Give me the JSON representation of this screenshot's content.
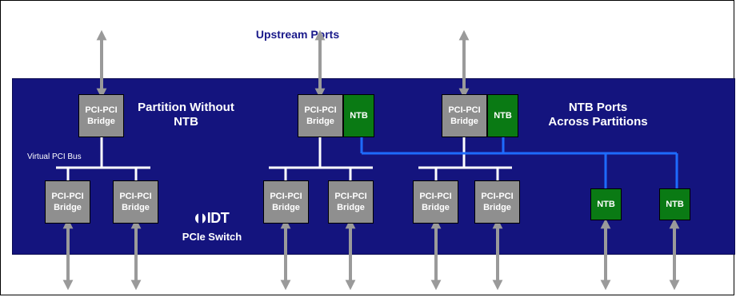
{
  "title": "Upstream Ports",
  "labels": {
    "partition": [
      "Partition Without",
      "NTB"
    ],
    "ntb_ports": [
      "NTB Ports",
      "Across Partitions"
    ],
    "virtual_bus": "Virtual PCI Bus",
    "switch": "PCIe Switch",
    "logo": "IDT"
  },
  "bridge_label": [
    "PCI-PCI",
    "Bridge"
  ],
  "ntb_label": "NTB",
  "colors": {
    "panel": "#14147e",
    "bridge": "#8f8f8f",
    "ntb": "#0a7a14",
    "ntb_link": "#1e6bff",
    "arrow": "#9a9a9a",
    "title_text": "#1a1a8a"
  }
}
